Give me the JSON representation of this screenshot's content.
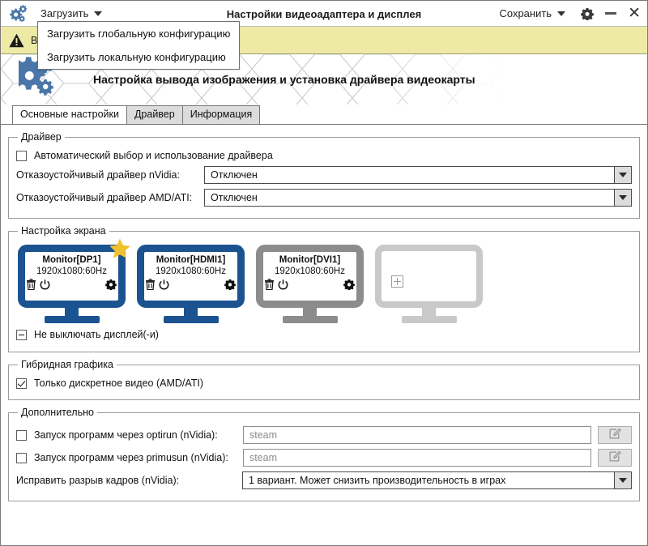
{
  "window": {
    "title": "Настройки видеоадаптера и дисплея",
    "app_icon": "gears-icon",
    "minimize_icon": "minimize-icon",
    "close_icon": "close-icon",
    "settings_icon": "gear-icon"
  },
  "titlebar": {
    "load_menu_label": "Загрузить",
    "save_menu_label": "Сохранить"
  },
  "dropdown": {
    "open": true,
    "items": [
      {
        "label": "Загрузить глобальную конфигурацию"
      },
      {
        "label": "Загрузить локальную конфигурацию"
      }
    ]
  },
  "warning": {
    "icon": "warning-triangle-icon",
    "text": "В",
    "bg_color": "#eeeaa6"
  },
  "banner": {
    "title": "Настройка вывода изображения и установка драйвера видеокарты",
    "logo_icon": "gears-logo-icon"
  },
  "tabs": [
    {
      "label": "Основные настройки",
      "active": true
    },
    {
      "label": "Драйвер",
      "active": false
    },
    {
      "label": "Информация",
      "active": false
    }
  ],
  "driver_group": {
    "legend": "Драйвер",
    "auto_checkbox": {
      "label": "Автоматический выбор и использование драйвера",
      "state": "unchecked"
    },
    "nvidia_row": {
      "label": "Отказоустойчивый драйвер nVidia:",
      "value": "Отключен"
    },
    "amd_row": {
      "label": "Отказоустойчивый драйвер AMD/ATI:",
      "value": "Отключен"
    }
  },
  "screen_group": {
    "legend": "Настройка экрана",
    "monitors": [
      {
        "name": "Monitor[DP1]",
        "resolution": "1920x1080:60Hz",
        "state": "active",
        "primary": true,
        "star_icon": "star-icon",
        "delete_icon": "trash-icon",
        "power_icon": "power-icon",
        "settings_icon": "gear-icon",
        "color": "#1b5390"
      },
      {
        "name": "Monitor[HDMI1]",
        "resolution": "1920x1080:60Hz",
        "state": "active",
        "primary": false,
        "delete_icon": "trash-icon",
        "power_icon": "power-icon",
        "settings_icon": "gear-icon",
        "color": "#1b5390"
      },
      {
        "name": "Monitor[DVI1]",
        "resolution": "1920x1080:60Hz",
        "state": "inactive",
        "primary": false,
        "delete_icon": "trash-icon",
        "power_icon": "power-icon",
        "settings_icon": "gear-icon",
        "color": "#8c8c8c"
      },
      {
        "name": "",
        "resolution": "",
        "state": "empty",
        "primary": false,
        "add_icon": "plus-icon",
        "color": "#c9c9c9"
      }
    ],
    "no_blank_checkbox": {
      "label": "Не выключать дисплей(-и)",
      "state": "indeterminate"
    }
  },
  "hybrid_group": {
    "legend": "Гибридная графика",
    "discrete_checkbox": {
      "label": "Только дискретное видео (AMD/ATI)",
      "state": "checked"
    }
  },
  "extra_group": {
    "legend": "Дополнительно",
    "optirun_row": {
      "label": "Запуск программ через optirun (nVidia):",
      "state": "unchecked",
      "placeholder": "steam",
      "value": "",
      "edit_icon": "pencil-edit-icon"
    },
    "primusrun_row": {
      "label": "Запуск программ через primusun (nVidia):",
      "state": "unchecked",
      "placeholder": "steam",
      "value": "",
      "edit_icon": "pencil-edit-icon"
    },
    "tearing_row": {
      "label": "Исправить разрыв кадров (nVidia):",
      "value": "1 вариант. Может снизить производительность в играх"
    }
  },
  "colors": {
    "accent_blue": "#4a77a8",
    "monitor_blue": "#1b5390",
    "warning_yellow": "#eeeaa6",
    "star_gold": "#f2c12e"
  }
}
